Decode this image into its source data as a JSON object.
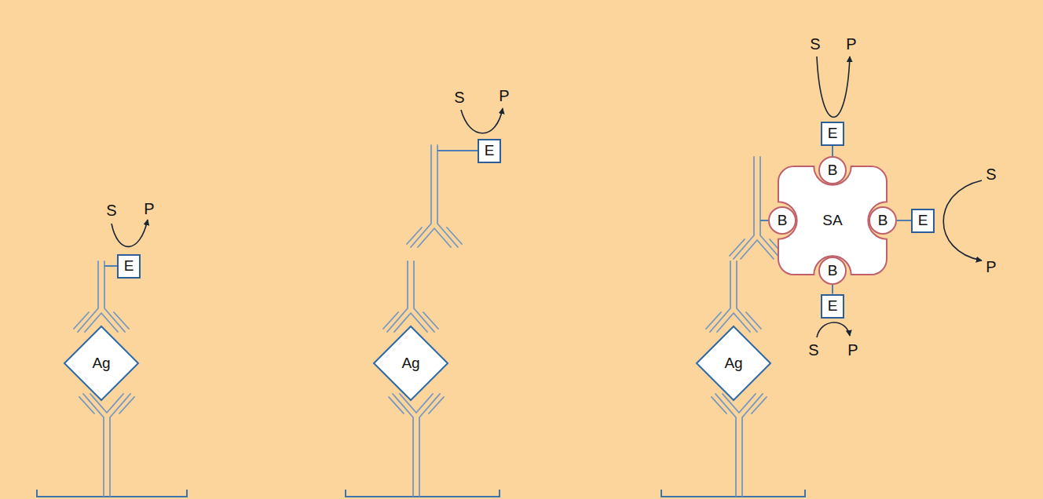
{
  "diagram": {
    "nodes": [
      {
        "text": [
          "E"
        ]
      },
      {
        "text": [
          "Ag"
        ]
      },
      {
        "text": [
          "E"
        ]
      },
      {
        "text": [
          "Ag"
        ]
      },
      {
        "text": [
          "E"
        ]
      },
      {
        "text": [
          "B"
        ]
      },
      {
        "text": [
          "B"
        ]
      },
      {
        "text": [
          "SA"
        ]
      },
      {
        "text": [
          "B"
        ]
      },
      {
        "text": [
          "E"
        ]
      },
      {
        "text": [
          "B"
        ]
      },
      {
        "text": [
          "E"
        ]
      },
      {
        "text": [
          "Ag"
        ]
      }
    ],
    "edges": [
      {
        "from": 5,
        "to": 4,
        "arrow": "none"
      },
      {
        "from": 8,
        "to": 9,
        "arrow": "none"
      },
      {
        "from": 10,
        "to": 11,
        "arrow": "none"
      }
    ],
    "labels": [
      "S",
      "P",
      "S",
      "P",
      "S",
      "P",
      "S",
      "P",
      "S",
      "P"
    ]
  }
}
